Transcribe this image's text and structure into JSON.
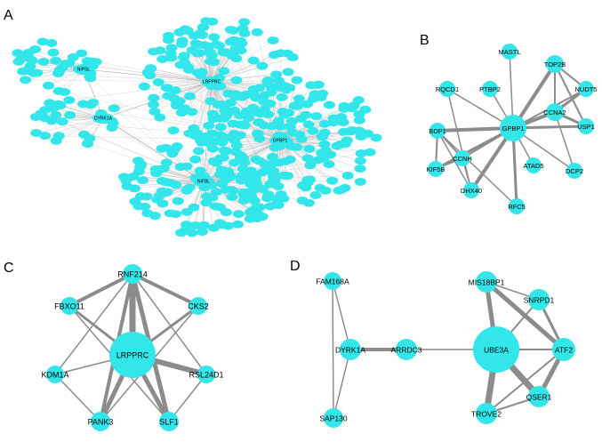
{
  "colors": {
    "node": "#33e6e9",
    "edge": "#8c8c8c",
    "text": "#000000"
  },
  "panels": {
    "A": {
      "letter": "A",
      "hubs": [
        "LRPPRC",
        "GPBP1",
        "NIFBL",
        "NIPSL",
        "DYRK1A"
      ]
    },
    "B": {
      "letter": "B",
      "nodes": [
        {
          "id": "MASTL"
        },
        {
          "id": "TOP2B"
        },
        {
          "id": "RQCD1"
        },
        {
          "id": "PTBP2"
        },
        {
          "id": "NUDT5"
        },
        {
          "id": "CCNA2"
        },
        {
          "id": "USP1"
        },
        {
          "id": "BDP1"
        },
        {
          "id": "GPBP1"
        },
        {
          "id": "CCNH"
        },
        {
          "id": "KIF5B"
        },
        {
          "id": "ATAD5"
        },
        {
          "id": "DCP2"
        },
        {
          "id": "DHX40"
        },
        {
          "id": "RFC5"
        }
      ]
    },
    "C": {
      "letter": "C",
      "nodes": [
        {
          "id": "RNF214"
        },
        {
          "id": "FBXO11"
        },
        {
          "id": "CKS2"
        },
        {
          "id": "LRPPRC"
        },
        {
          "id": "KDM1A"
        },
        {
          "id": "RSL24D1"
        },
        {
          "id": "PANK3"
        },
        {
          "id": "SLF1"
        }
      ]
    },
    "D": {
      "letter": "D",
      "nodes": [
        {
          "id": "FAM168A"
        },
        {
          "id": "DYRK1A"
        },
        {
          "id": "ARRDC3"
        },
        {
          "id": "SAP130"
        },
        {
          "id": "MIS18BP1"
        },
        {
          "id": "SNRPD1"
        },
        {
          "id": "UBE3A"
        },
        {
          "id": "ATF2"
        },
        {
          "id": "TROVE2"
        },
        {
          "id": "QSER1"
        }
      ]
    }
  }
}
